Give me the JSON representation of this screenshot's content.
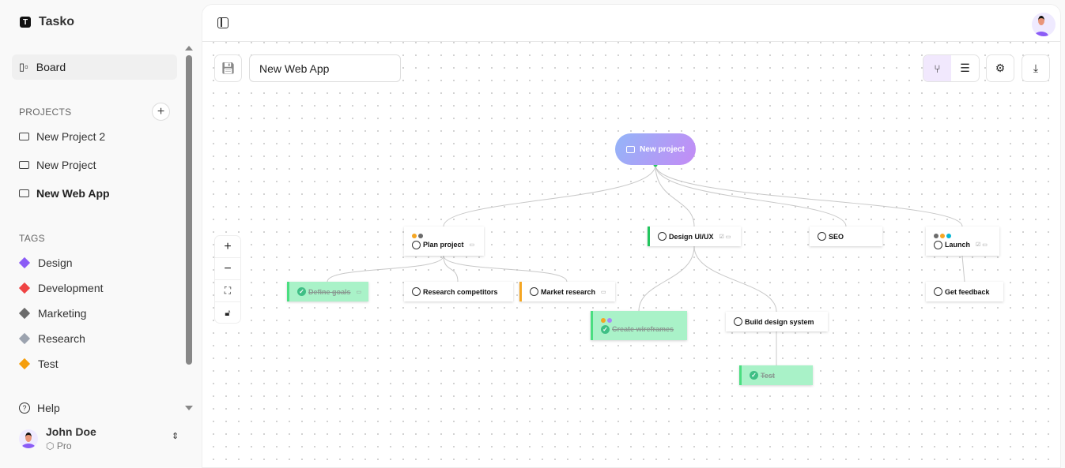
{
  "app": {
    "name": "Tasko"
  },
  "sidebar": {
    "board_label": "Board",
    "projects_heading": "PROJECTS",
    "projects": [
      {
        "label": "New Project 2"
      },
      {
        "label": "New Project"
      },
      {
        "label": "New Web App",
        "active": true
      }
    ],
    "tags_heading": "TAGS",
    "tags": [
      {
        "label": "Design",
        "color": "#8b5cf6"
      },
      {
        "label": "Development",
        "color": "#ef4444"
      },
      {
        "label": "Marketing",
        "color": "#6b6b6b"
      },
      {
        "label": "Research",
        "color": "#9ca3af"
      },
      {
        "label": "Test",
        "color": "#f59e0b"
      }
    ],
    "help_label": "Help",
    "user": {
      "name": "John Doe",
      "plan": "Pro"
    }
  },
  "toolbar": {
    "project_title": "New Web App",
    "view_mode": "graph"
  },
  "graph": {
    "root": "New project",
    "nodes": {
      "plan": {
        "title": "Plan project",
        "tags": [
          "#f5a623",
          "#6b6b6b"
        ]
      },
      "design": {
        "title": "Design UI/UX",
        "accent": "#22c55e"
      },
      "seo": {
        "title": "SEO"
      },
      "launch": {
        "title": "Launch",
        "tags": [
          "#6b6b6b",
          "#f5a623",
          "#06b6d4"
        ]
      },
      "define": {
        "title": "Define goals",
        "done": true
      },
      "research": {
        "title": "Research competitors"
      },
      "market": {
        "title": "Market research",
        "accent": "#f5a623"
      },
      "feedback": {
        "title": "Get feedback"
      },
      "wireframes": {
        "title": "Create wireframes",
        "done": true,
        "tags": [
          "#f5a623",
          "#a78bfa"
        ]
      },
      "designsys": {
        "title": "Build design system"
      },
      "test": {
        "title": "Test",
        "done": true
      }
    }
  }
}
